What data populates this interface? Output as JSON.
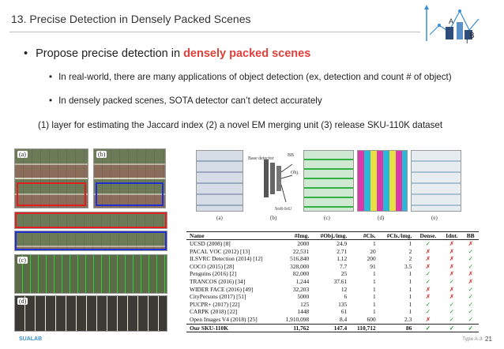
{
  "slide": {
    "title": "13. Precise Detection in Densely Packed Scenes",
    "logo_letters": [
      "A",
      "B"
    ],
    "logo_sub": "r"
  },
  "bullets": {
    "main_prefix": "Propose precise detection in ",
    "main_highlight": "densely packed scenes",
    "sub1": "In real-world, there are many applications of object detection (ex, detection and count # of object)",
    "sub2": "In densely packed scenes, SOTA detector can’t detect accurately",
    "enum": "(1) layer for estimating the Jaccard index (2) a novel EM merging unit (3) release SKU-110K dataset"
  },
  "left_figure": {
    "panels": [
      "(a)",
      "(b)",
      "(c)",
      "(d)"
    ]
  },
  "right_figure": {
    "captions": [
      "(a)",
      "(b)",
      "(c)",
      "(d)",
      "(e)"
    ],
    "diagram_labels": [
      "Base detector",
      "BB",
      "Obj.",
      "Soft-IoU"
    ]
  },
  "table": {
    "headers": [
      "Name",
      "#Img.",
      "#Obj./img.",
      "#Cls.",
      "#Cls./img.",
      "Dense.",
      "Idnt.",
      "BB"
    ],
    "rows": [
      [
        "UCSD (2008) [8]",
        "2000",
        "24.9",
        "1",
        "1",
        "yes",
        "no",
        "no"
      ],
      [
        "PACAL VOC (2012) [13]",
        "22,531",
        "2.71",
        "20",
        "2",
        "no",
        "no",
        "yes"
      ],
      [
        "ILSVRC Detection (2014) [12]",
        "516,840",
        "1.12",
        "200",
        "2",
        "no",
        "no",
        "yes"
      ],
      [
        "COCO (2015) [28]",
        "328,000",
        "7.7",
        "91",
        "3.5",
        "no",
        "no",
        "yes"
      ],
      [
        "Penguins (2016) [2]",
        "82,000",
        "25",
        "1",
        "1",
        "yes",
        "no",
        "no"
      ],
      [
        "TRANCOS (2016) [34]",
        "1,244",
        "37.61",
        "1",
        "1",
        "yes",
        "yes",
        "no"
      ],
      [
        "WIDER FACE (2016) [49]",
        "32,203",
        "12",
        "1",
        "1",
        "no",
        "no",
        "yes"
      ],
      [
        "CityPersons (2017) [51]",
        "5000",
        "6",
        "1",
        "1",
        "no",
        "no",
        "yes"
      ],
      [
        "PUCPR+ (2017) [22]",
        "125",
        "135",
        "1",
        "1",
        "yes",
        "yes",
        "yes"
      ],
      [
        "CARPK (2018) [22]",
        "1448",
        "61",
        "1",
        "1",
        "yes",
        "yes",
        "yes"
      ],
      [
        "Open Images V4 (2018) [25]",
        "1,910,098",
        "8.4",
        "600",
        "2.3",
        "no",
        "yes",
        "yes"
      ],
      [
        "Our SKU-110K",
        "11,762",
        "147.4",
        "110,712",
        "86",
        "yes",
        "yes",
        "yes"
      ]
    ]
  },
  "footer": {
    "brand": "SUALAB",
    "ref": "Type A-3",
    "page": "21"
  },
  "colors": {
    "highlight": "#e0403a",
    "check": "#1a8f2e",
    "cross": "#d22222",
    "brand": "#3a8fd0"
  }
}
